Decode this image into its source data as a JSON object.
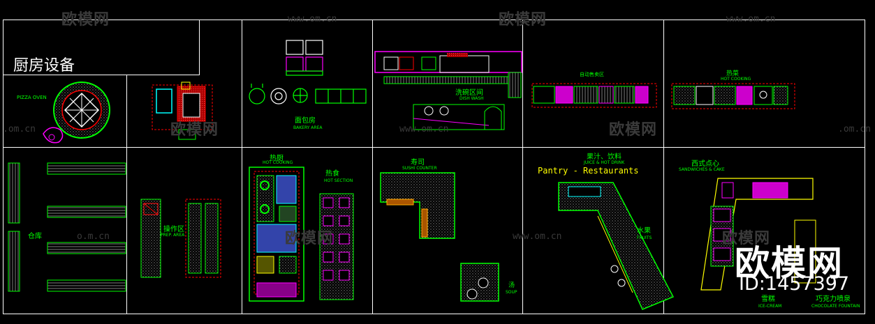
{
  "watermark": {
    "brand": "欧模网",
    "url": "www.om.cn",
    "url_short": ".om.cn",
    "url_left": "o.m.cn",
    "id_text": "ID:1457397"
  },
  "labels": {
    "main_title": "厨房设备",
    "pizza_oven": "PIZZA OVEN",
    "bakery_cn": "面包房",
    "bakery_en": "BAKERY AREA",
    "dish_cn": "洗碗区间",
    "dish_en": "DISH WASH",
    "auto_cn": "自动售卖区",
    "hot_cn_a": "热菜",
    "hot_en_a": "HOT COOKING",
    "storage_cn": "仓库",
    "prep_cn": "操作区",
    "prep_en": "PREP. AREA",
    "hot_cn_b": "热厨",
    "hot_en_b": "HOT COOKING",
    "hot_side_cn": "热食",
    "hot_side_en": "HOT SECTION",
    "sushi_cn": "寿司",
    "sushi_en": "SUSHI COUNTER",
    "soup_cn": "汤",
    "soup_en": "SOUP",
    "juice_cn": "果汁、饮料",
    "juice_en": "JUICE & HOT DRINK",
    "pantry": "Pantry - Restaurants",
    "fruit_cn": "水果",
    "fruit_en": "FRUITS",
    "western_cn": "西式点心",
    "western_en": "SANDWICHES & CAKE",
    "icecream_cn": "雪糕",
    "icecream_en": "ICE-CREAM",
    "choc_cn": "巧克力喷泉",
    "choc_en": "CHOCOLATE FOUNTAIN"
  },
  "colors": {
    "green": "#00ff00",
    "white": "#ffffff",
    "magenta": "#ff00ff",
    "red": "#ff0000",
    "yellow": "#ffff00",
    "cyan": "#00ffff"
  }
}
